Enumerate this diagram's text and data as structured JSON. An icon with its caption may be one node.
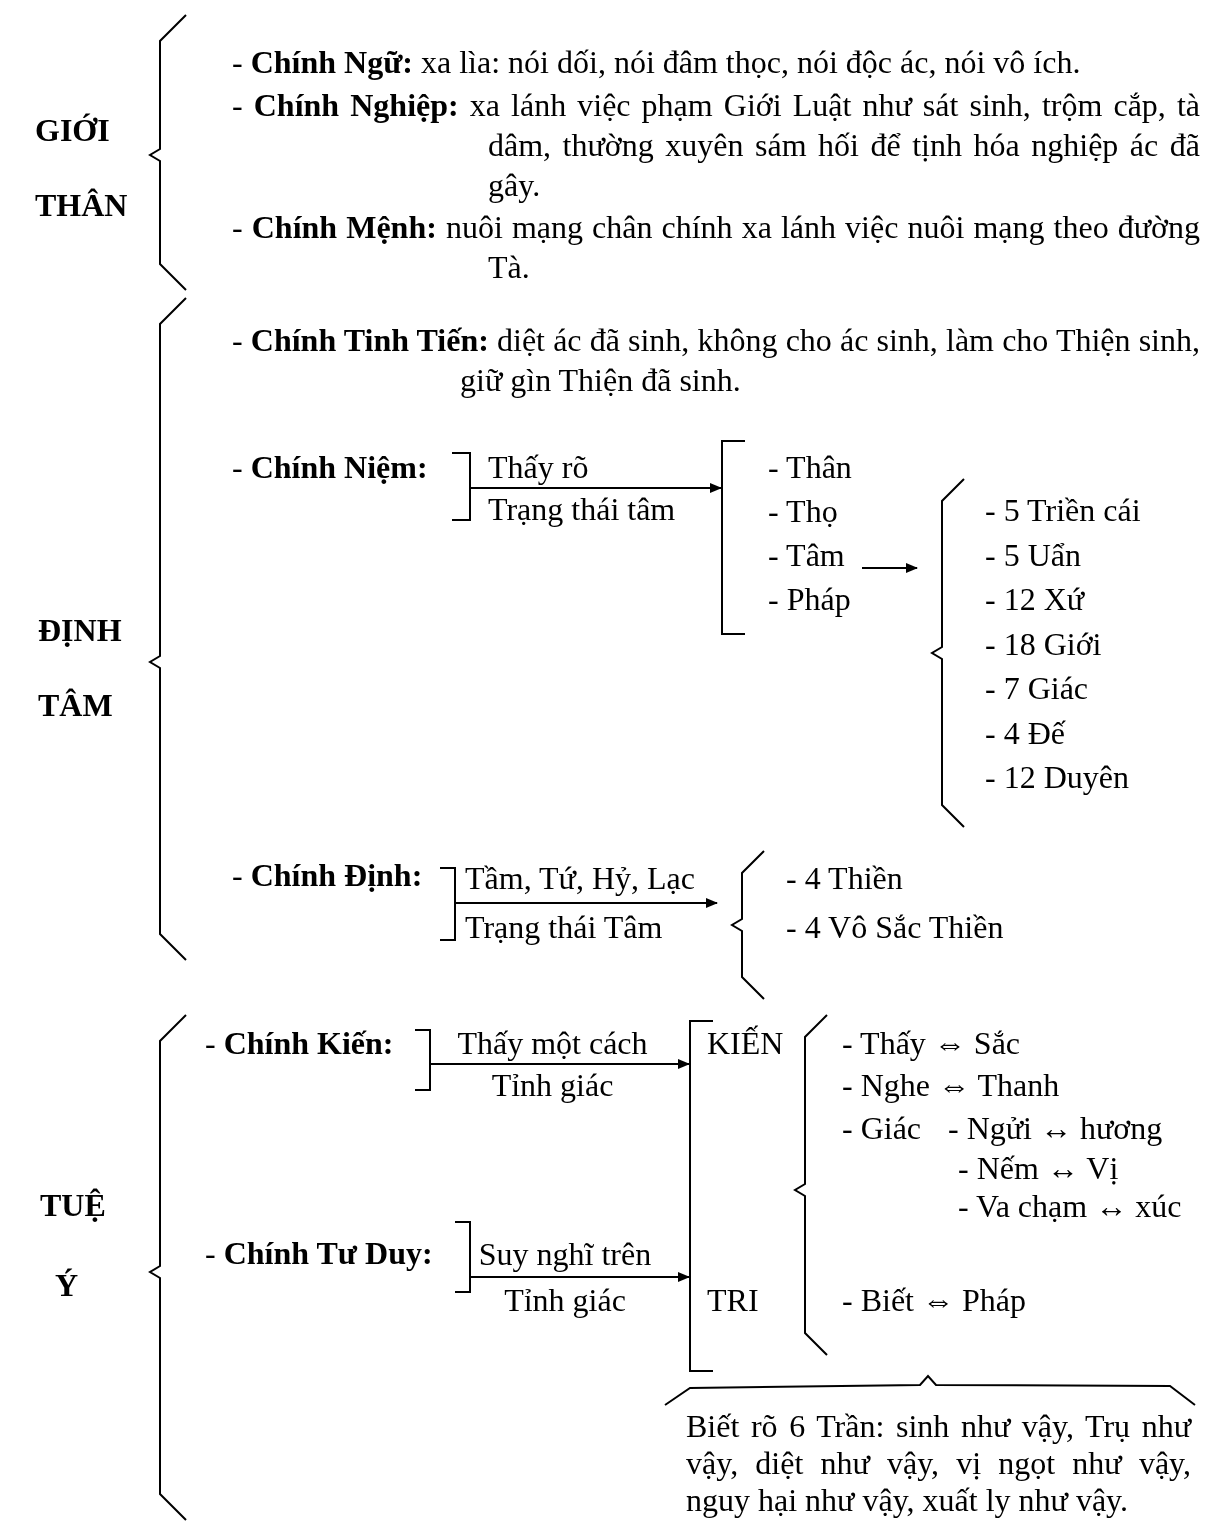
{
  "diagram": {
    "nodes": [
      {
        "text": [
          "Thấy rõ",
          "Trạng thái tâm"
        ]
      },
      {
        "text": [
          "- Thân",
          "- Thọ",
          "- Tâm",
          "- Pháp"
        ]
      },
      {
        "text": [
          "- 5 Triền cái",
          "- 5 Uẩn",
          "- 12 Xứ",
          "- 18 Giới",
          "- 7 Giác",
          "- 4 Đế",
          "- 12 Duyên"
        ]
      },
      {
        "text": [
          "Tầm, Tứ, Hỷ, Lạc",
          "Trạng thái Tâm"
        ]
      },
      {
        "text": [
          "- 4 Thiền",
          "- 4 Vô Sắc Thiền"
        ]
      },
      {
        "text": [
          "Thấy một cách",
          "Tỉnh giác"
        ]
      },
      {
        "text": [
          "Suy nghĩ trên",
          "Tỉnh giác"
        ]
      },
      {
        "text": [
          "KIẾN",
          "TRI"
        ]
      }
    ],
    "edges": [
      {
        "from": 0,
        "to": 1,
        "arrow": "to"
      },
      {
        "from": 1,
        "to": 2,
        "arrow": "to"
      },
      {
        "from": 3,
        "to": 4,
        "arrow": "to"
      },
      {
        "from": 5,
        "to": 7,
        "arrow": "to"
      },
      {
        "from": 6,
        "to": 7,
        "arrow": "to"
      }
    ],
    "labels": [
      "GIỚI",
      "THÂN",
      "- **Chính Ngữ:** xa lìa: nói dối, nói đâm thọc, nói độc ác, nói vô ích.",
      "- **Chính Nghiệp:** xa lánh việc phạm Giới Luật như sát sinh, trộm cắp, tà dâm, thường xuyên sám hối để tịnh hóa nghiệp ác đã gây.",
      "- **Chính Mệnh:** nuôi mạng chân chính xa lánh việc nuôi mạng theo đường Tà.",
      "ĐỊNH",
      "TÂM",
      "- **Chính Tinh Tiến:** diệt ác đã sinh, không cho ác sinh, làm cho Thiện sinh, giữ gìn Thiện đã sinh.",
      "- **Chính Niệm:**",
      "- **Chính Định:**",
      "TUỆ",
      "Ý",
      "- **Chính Kiến:**",
      "- **Chính Tư Duy:**",
      "- Thấy ⇔ Sắc",
      "- Nghe ⇔ Thanh",
      "- Giác",
      "- Ngửi ↔ hương",
      "- Nếm ↔ Vị",
      "- Va chạm ↔ xúc",
      "- Biết ⇔ Pháp",
      "Biết rõ 6 Trần: sinh như vậy, Trụ như vậy, diệt như vậy, vị ngọt như vậy, nguy hại như vậy, xuất ly như vậy."
    ]
  }
}
